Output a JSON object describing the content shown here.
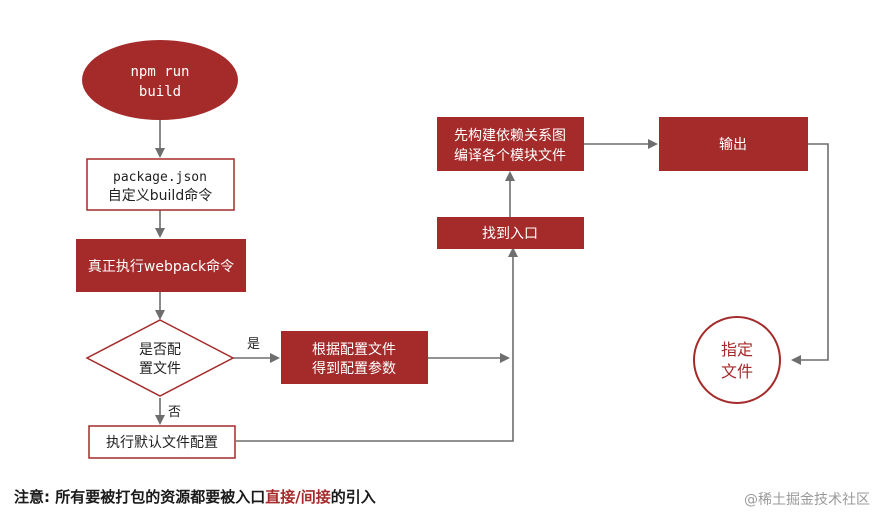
{
  "nodes": {
    "npm_run_build": {
      "lines": [
        "npm run",
        "build"
      ]
    },
    "package_json": {
      "lines": [
        "package.json",
        "自定义build命令"
      ]
    },
    "exec_webpack": {
      "label": "真正执行webpack命令"
    },
    "has_config": {
      "lines": [
        "是否配",
        "置文件"
      ]
    },
    "read_config": {
      "lines": [
        "根据配置文件",
        "得到配置参数"
      ]
    },
    "default_config": {
      "label": "执行默认文件配置"
    },
    "find_entry": {
      "label": "找到入口"
    },
    "build_graph": {
      "lines": [
        "先构建依赖关系图",
        "编译各个模块文件"
      ]
    },
    "output": {
      "label": "输出"
    },
    "target_file": {
      "lines": [
        "指定",
        "文件"
      ]
    }
  },
  "edge_labels": {
    "yes": "是",
    "no": "否"
  },
  "footer": {
    "prefix": "注意: 所有要被打包的资源都要被入口",
    "highlight": "直接/间接",
    "suffix": "的引入"
  },
  "watermark": "@稀土掘金技术社区",
  "colors": {
    "accent": "#a52a2a",
    "line": "#6e6e6e"
  }
}
